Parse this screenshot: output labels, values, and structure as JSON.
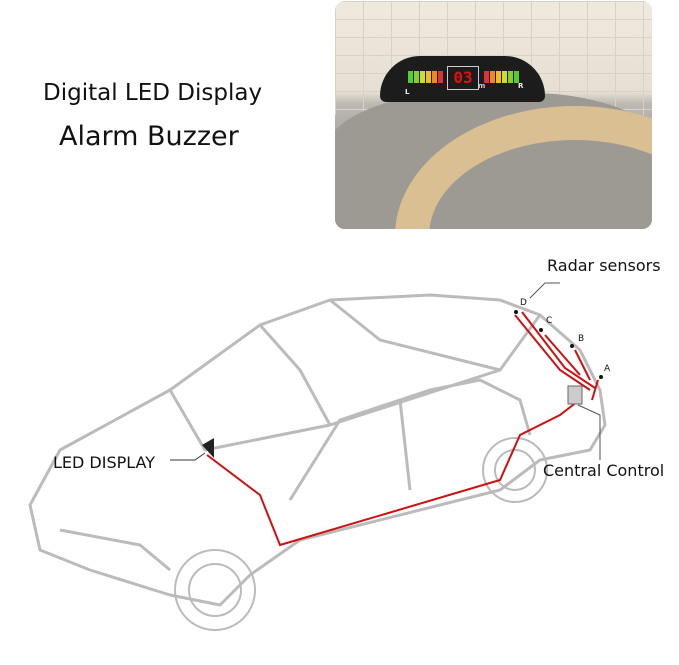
{
  "headings": {
    "line1": "Digital LED Display",
    "line2": "Alarm Buzzer"
  },
  "display_unit": {
    "digits": "03",
    "unit": "m",
    "left_label": "L",
    "right_label": "R"
  },
  "diagram": {
    "radar_sensors": "Radar sensors",
    "central_control": "Central Control",
    "led_display": "LED DISPLAY",
    "sensor_labels": [
      "A",
      "B",
      "C",
      "D"
    ],
    "wire_color": "#d01010"
  }
}
